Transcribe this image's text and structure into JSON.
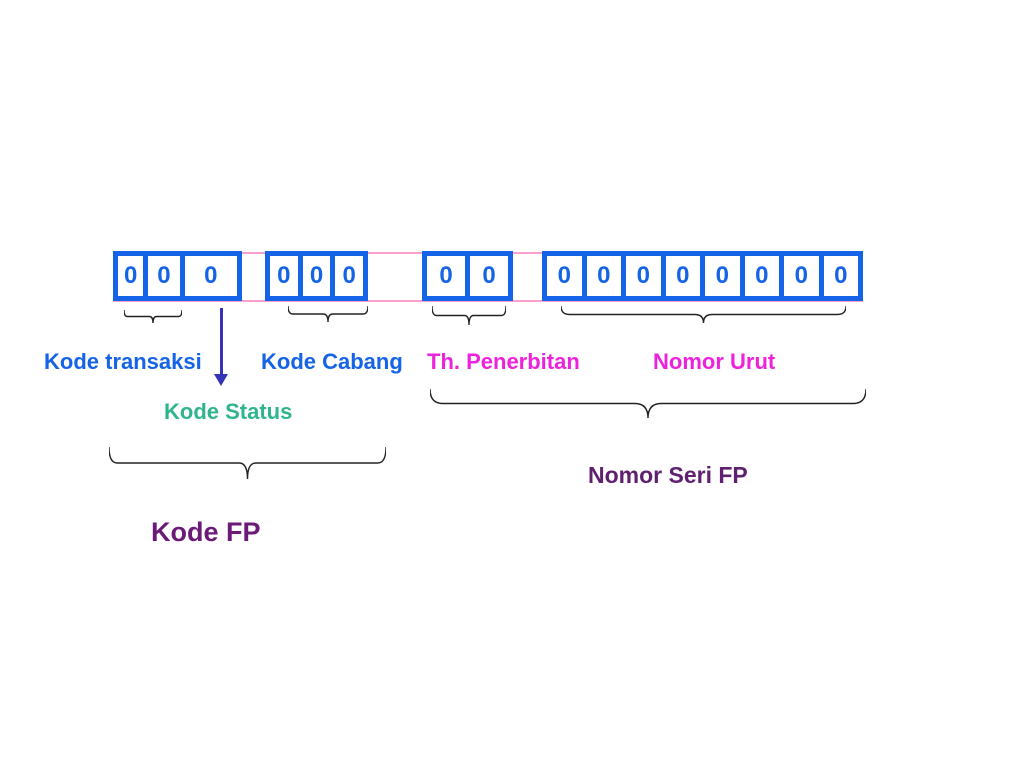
{
  "figure": {
    "groups": [
      {
        "name": "kode-transaksi-dan-status",
        "cells": [
          "0",
          "0",
          "0"
        ]
      },
      {
        "name": "kode-cabang",
        "cells": [
          "0",
          "0",
          "0"
        ]
      },
      {
        "name": "th-penerbitan",
        "cells": [
          "0",
          "0"
        ]
      },
      {
        "name": "nomor-urut",
        "cells": [
          "0",
          "0",
          "0",
          "0",
          "0",
          "0",
          "0",
          "0"
        ]
      }
    ],
    "labels": {
      "kode_transaksi": "Kode transaksi",
      "kode_cabang": "Kode Cabang",
      "th_penerbitan": "Th. Penerbitan",
      "nomor_urut": "Nomor Urut",
      "kode_status": "Kode Status",
      "nomor_seri_fp": "Nomor Seri FP",
      "kode_fp": "Kode FP"
    },
    "colors": {
      "box_border_blue": "#1563E7",
      "digit_blue": "#1563E7",
      "label_blue": "#1563E7",
      "label_magenta": "#EE22DD",
      "label_teal": "#2EB58E",
      "label_purple_dark": "#6B1A78",
      "label_plum": "#5F2070",
      "arrow_indigo": "#3434B8",
      "pink_guide_line": "#F9A0D0",
      "brace_black": "#222222"
    }
  }
}
